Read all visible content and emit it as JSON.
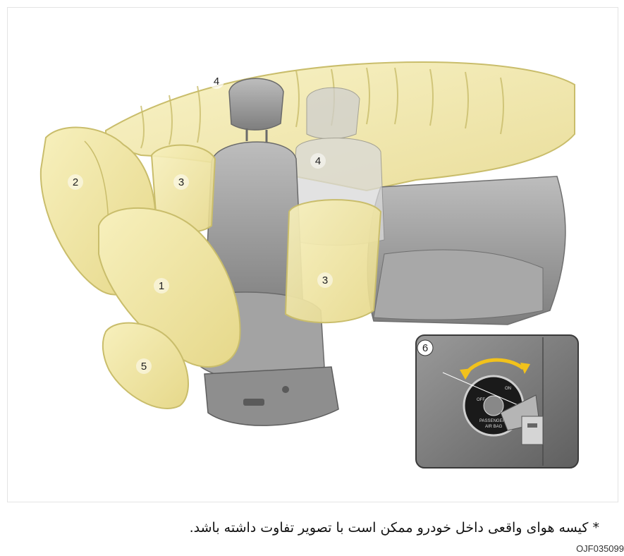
{
  "figure": {
    "callouts": [
      "1",
      "2",
      "3",
      "3",
      "4",
      "4",
      "5",
      "6"
    ],
    "inset": {
      "off_label": "OFF",
      "on_label": "ON",
      "switch_label_line1": "PASSENGER",
      "switch_label_line2": "AIR BAG"
    },
    "colors": {
      "airbag_fill": "#f3eaa8",
      "airbag_stroke": "#c9bd6b",
      "seat_fill": "#c9c9c9",
      "seat_dark": "#8e8e8e",
      "frame_border": "#dcdcdc",
      "arrow": "#f2c21b"
    }
  },
  "caption": "* کیسه هوای واقعی داخل خودرو ممکن است با تصویر تفاوت داشته باشد.",
  "image_code": "OJF035099"
}
